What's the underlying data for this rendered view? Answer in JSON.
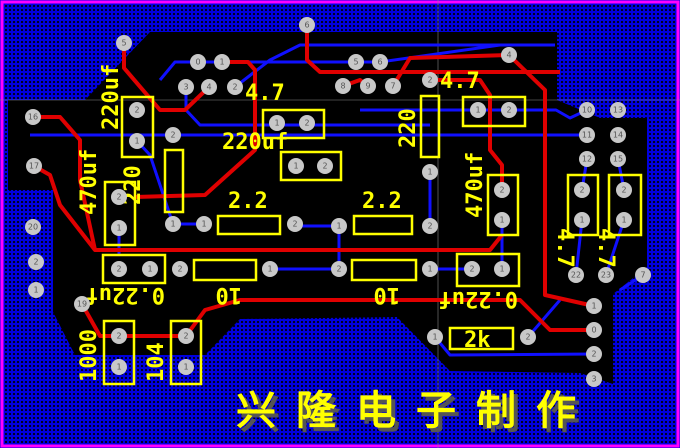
{
  "board": {
    "colors": {
      "copper_pour": "#0000dd",
      "top_trace": "#e00000",
      "bottom_trace": "#1010ff",
      "silkscreen": "#ffff00",
      "outline": "#ff00ff",
      "pad": "#c8c8c8"
    },
    "title_text": "兴隆电子制作"
  },
  "labels": {
    "c_220uf_left": "220uf",
    "c_470uf_left": "470uf",
    "r_220_left": "220",
    "r_4_7_top": "4.7",
    "c_220uf_mid": "220uf",
    "r_2_2_left": "2.2",
    "r_2_2_right": "2.2",
    "r_220_right": "220",
    "r_4_7_right": "4.7",
    "c_470uf_right": "470uf",
    "r_4_7_a": "4.7",
    "r_4_7_b": "4.7",
    "c_0_22uf_left": "0.22uf",
    "r_10_left": "10",
    "r_10_right": "10",
    "c_0_22uf_right": "0.22uf",
    "r_2k": "2k",
    "c_1000": "1000",
    "c_104": "104"
  },
  "pads": [
    "5",
    "6",
    "0",
    "1",
    "3",
    "4",
    "2",
    "16",
    "17",
    "20",
    "2",
    "1",
    "2",
    "1",
    "1",
    "2",
    "1",
    "2",
    "2",
    "1",
    "1",
    "2",
    "1",
    "2",
    "5",
    "6",
    "8",
    "9",
    "7",
    "4",
    "2",
    "1",
    "1",
    "2",
    "2",
    "1",
    "10",
    "13",
    "11",
    "14",
    "12",
    "15",
    "2",
    "1",
    "2",
    "1",
    "22",
    "23",
    "7",
    "2",
    "1",
    "2",
    "1",
    "2",
    "1",
    "2",
    "1",
    "19",
    "2",
    "1",
    "2",
    "1",
    "1",
    "2",
    "1",
    "0",
    "2",
    "3",
    "2",
    "1"
  ]
}
